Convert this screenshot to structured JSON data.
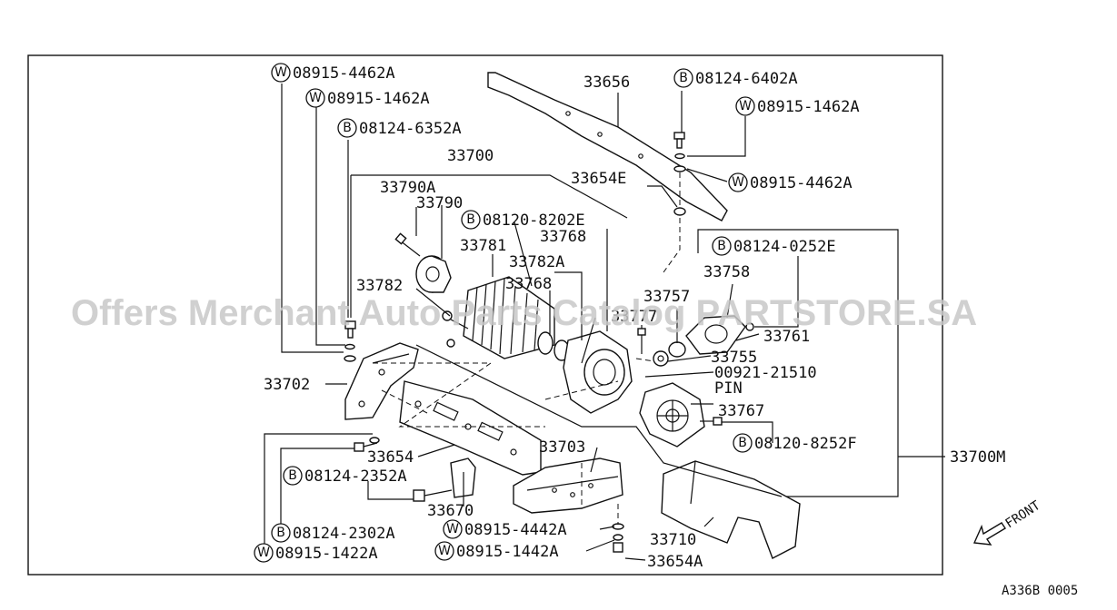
{
  "watermark": "Offers Merchant Auto Parts Catalog PARTSTORE.SA",
  "reference_code": "A336B 0005",
  "front_label": "FRONT",
  "labels": {
    "p33656": "33656",
    "p33700": "33700",
    "p33654E": "33654E",
    "p33790A": "33790A",
    "p33790": "33790",
    "p33781": "33781",
    "p33768a": "33768",
    "p33782A": "33782A",
    "p33782": "33782",
    "p33768b": "33768",
    "p33757": "33757",
    "p33777": "33777",
    "p33758": "33758",
    "p33761": "33761",
    "p33755": "33755",
    "p00921": "00921-21510",
    "pin": "PIN",
    "p33767": "33767",
    "p33702": "33702",
    "p33654": "33654",
    "p33703": "33703",
    "p33670": "33670",
    "p33710": "33710",
    "p33654A": "33654A",
    "p33700M": "33700M"
  },
  "callouts": {
    "w1": {
      "badge": "W",
      "code": "08915-4462A"
    },
    "w2": {
      "badge": "W",
      "code": "08915-1462A"
    },
    "b1": {
      "badge": "B",
      "code": "08124-6352A"
    },
    "b2": {
      "badge": "B",
      "code": "08124-6402A"
    },
    "w3": {
      "badge": "W",
      "code": "08915-1462A"
    },
    "w4": {
      "badge": "W",
      "code": "08915-4462A"
    },
    "b3": {
      "badge": "B",
      "code": "08120-8202E"
    },
    "b4": {
      "badge": "B",
      "code": "08124-0252E"
    },
    "b5": {
      "badge": "B",
      "code": "08120-8252F"
    },
    "b6": {
      "badge": "B",
      "code": "08124-2352A"
    },
    "b7": {
      "badge": "B",
      "code": "08124-2302A"
    },
    "w5": {
      "badge": "W",
      "code": "08915-1422A"
    },
    "w6": {
      "badge": "W",
      "code": "08915-4442A"
    },
    "w7": {
      "badge": "W",
      "code": "08915-1442A"
    }
  }
}
